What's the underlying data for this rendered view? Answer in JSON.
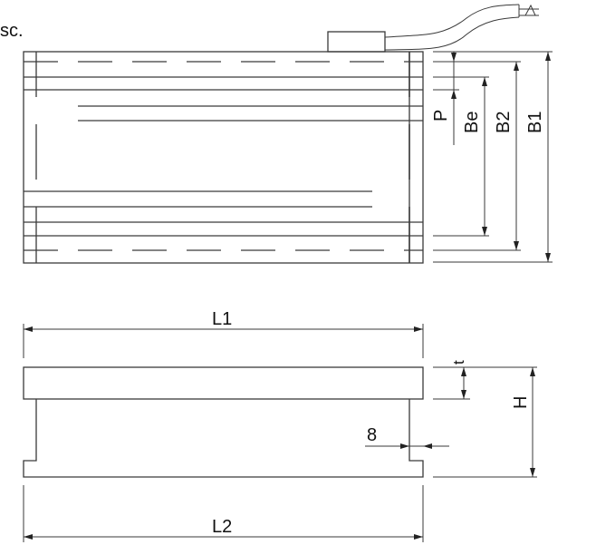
{
  "header": {
    "fragment_text": "sc."
  },
  "top_view": {
    "dimensions": {
      "p": "P",
      "be": "Be",
      "b2": "B2",
      "b1": "B1"
    }
  },
  "side_view": {
    "dimensions": {
      "l1": "L1",
      "l2": "L2",
      "t": "t",
      "h": "H",
      "offset": "8"
    }
  },
  "colors": {
    "line": "#3a3a3a",
    "background": "#ffffff"
  }
}
